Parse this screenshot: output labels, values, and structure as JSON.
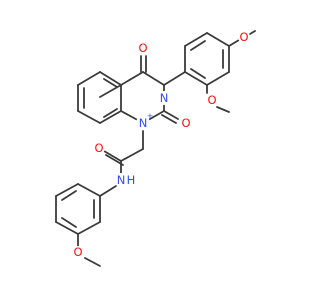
{
  "molecule": {
    "atoms": {
      "o_methoxy_top": "O",
      "o_methoxy_mid": "O",
      "o_c4_carbonyl": "O",
      "n3": "N",
      "n1": "N",
      "n1_charge": "+",
      "o_c2_carbonyl": "O",
      "o_amide": "O",
      "n_amide": "N",
      "h_amide": "H",
      "o_anisole": "O"
    },
    "colors": {
      "bond": "#3a3a3a",
      "oxygen": "#ff0d0d",
      "nitrogen": "#3050f8",
      "background": "#ffffff"
    }
  }
}
